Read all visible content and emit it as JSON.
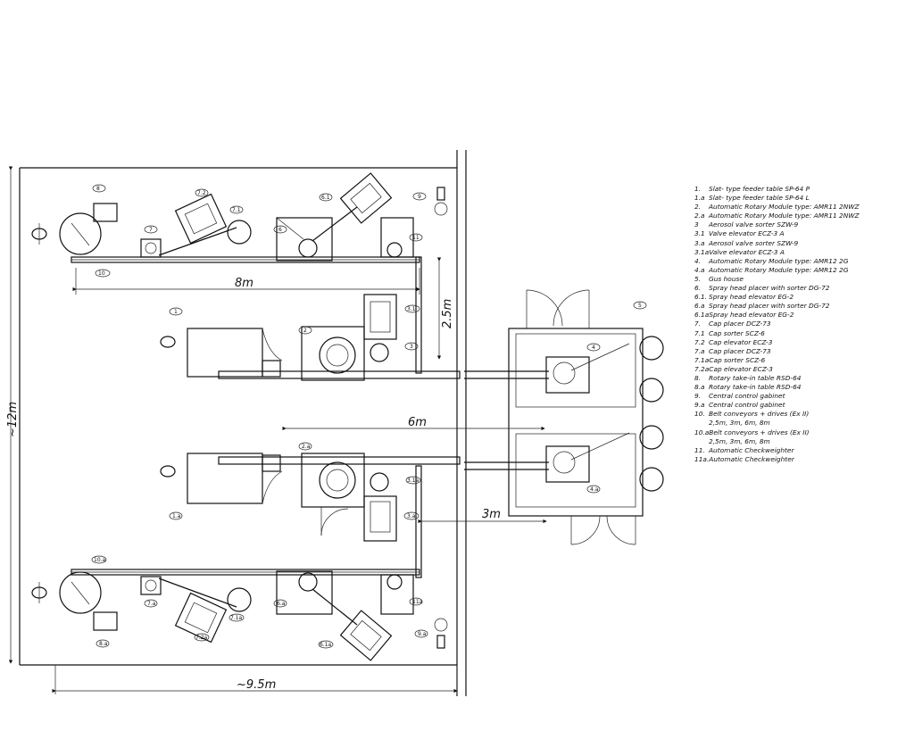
{
  "dimensions": {
    "width_total": "~9.5m",
    "height_total": "~12m",
    "conveyor_top": "8m",
    "conveyor_mid": "6m",
    "vertical_gap": "2.5m",
    "lane_offset": "3m"
  },
  "callouts": {
    "c8": "8",
    "c7_2": "7.2",
    "c7_1": "7.1",
    "c7": "7",
    "c6_1": "6.1",
    "c6": "6",
    "c9": "9",
    "c11": "11",
    "c10": "10",
    "c1": "1",
    "c2": "2",
    "c3_1": "3.1",
    "c3": "3",
    "c4": "4",
    "c5": "5",
    "c2a": "2.a",
    "c3_1a": "3.1a",
    "c3a": "3.a",
    "c4a": "4.a",
    "c1a": "1.a",
    "c10a": "10.a",
    "c7a": "7.a",
    "c7_1a": "7.1a",
    "c7_2a": "7.2a",
    "c6a": "6.a",
    "c6_1a": "6.1a",
    "c8a": "8.a",
    "c9a": "9.a",
    "c11a": "11a"
  },
  "legend": [
    {
      "code": "1.",
      "text": "Slat- type feeder table SP-64 P"
    },
    {
      "code": "1.a",
      "text": "Slat- type feeder table SP-64 L"
    },
    {
      "code": "2.",
      "text": "Automatic Rotary Module type: AMR11 2NWZ"
    },
    {
      "code": "2.a",
      "text": "Automatic Rotary Module type: AMR11 2NWZ"
    },
    {
      "code": "3",
      "text": "Aerosol valve sorter SZW-9"
    },
    {
      "code": "3.1",
      "text": "Valve elevator ECZ-3 A"
    },
    {
      "code": "3.a",
      "text": "Aerosol valve sorter SZW-9"
    },
    {
      "code": "3.1a",
      "text": "Valve elevator ECZ-3 A"
    },
    {
      "code": "4.",
      "text": "Automatic Rotary Module type: AMR12  2G"
    },
    {
      "code": "4.a",
      "text": "Automatic Rotary Module type: AMR12  2G"
    },
    {
      "code": "5.",
      "text": "Gus house"
    },
    {
      "code": "6.",
      "text": "Spray head placer with sorter DG-72"
    },
    {
      "code": "6.1.",
      "text": "Spray head elevator EG-2"
    },
    {
      "code": "6.a",
      "text": "Spray head placer with sorter DG-72"
    },
    {
      "code": "6.1a",
      "text": "Spray head elevator EG-2"
    },
    {
      "code": "7.",
      "text": "Cap placer  DCZ-73"
    },
    {
      "code": "7.1",
      "text": "Cap sorter SCZ-6"
    },
    {
      "code": "7.2",
      "text": "Cap elevator ECZ-3"
    },
    {
      "code": "7.a",
      "text": "Cap placer  DCZ-73"
    },
    {
      "code": "7.1a",
      "text": "Cap sorter SCZ-6"
    },
    {
      "code": "7.2a",
      "text": "Cap elevator ECZ-3"
    },
    {
      "code": "8.",
      "text": "Rotary take-in table RSD-64"
    },
    {
      "code": "8.a",
      "text": "Rotary take-in table RSD-64"
    },
    {
      "code": "9.",
      "text": "Central control gabinet"
    },
    {
      "code": "9.a",
      "text": "Central control gabinet"
    },
    {
      "code": "10.",
      "text": "Belt conveyors + drives (Ex II)"
    },
    {
      "code": "",
      "text": "2,5m, 3m, 6m, 8m"
    },
    {
      "code": "10.a",
      "text": "Belt conveyors + drives (Ex II)"
    },
    {
      "code": "",
      "text": "2,5m, 3m, 6m, 8m"
    },
    {
      "code": "11.",
      "text": "Automatic Checkweighter"
    },
    {
      "code": "11a.",
      "text": "Automatic Checkweighter"
    }
  ]
}
